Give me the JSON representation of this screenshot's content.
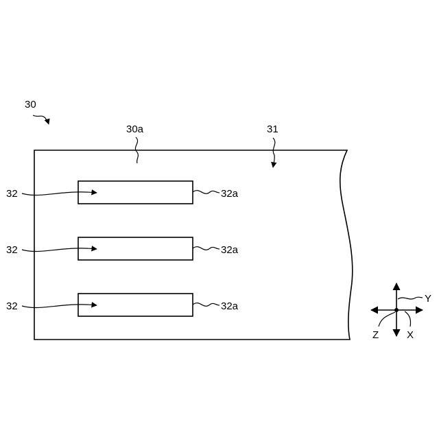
{
  "figure": {
    "ref_figure": "30",
    "ref_surface": "30a",
    "ref_body": "31",
    "elements": [
      {
        "ref": "32",
        "ref_edge": "32a"
      },
      {
        "ref": "32",
        "ref_edge": "32a"
      },
      {
        "ref": "32",
        "ref_edge": "32a"
      }
    ],
    "axes": {
      "x": "X",
      "y": "Y",
      "z": "Z"
    }
  }
}
